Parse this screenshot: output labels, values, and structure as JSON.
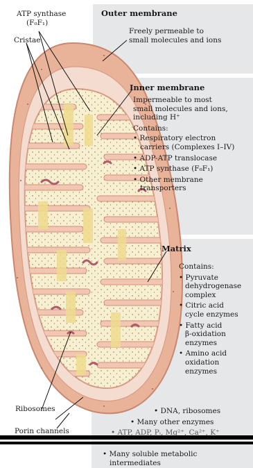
{
  "labels": {
    "atp_synthase_top": [
      "ATP synthase",
      "(F₀F₁)"
    ],
    "cristae": "Cristae",
    "ribosomes": "Ribosomes",
    "porin_channels": "Porin channels"
  },
  "outer_membrane": {
    "title": "Outer membrane",
    "lines": [
      "Freely permeable to",
      "small molecules and ions"
    ]
  },
  "inner_membrane": {
    "title": "Inner membrane",
    "lines": [
      "Impermeable to most",
      "small molecules and ions,",
      "including H⁺"
    ],
    "contains_label": "Contains:",
    "items": [
      "• Respiratory electron",
      "carriers (Complexes I–IV)",
      "• ADP-ATP translocase",
      "• ATP synthase (F₀F₁)",
      "• Other membrane",
      "transporters"
    ]
  },
  "matrix": {
    "title": "Matrix",
    "contains_label": "Contains:",
    "items": [
      "• Pyruvate",
      "dehydrogenase",
      "complex",
      "• Citric acid",
      "cycle enzymes",
      "• Fatty acid",
      "β-oxidation",
      "enzymes",
      "• Amino acid",
      "oxidation",
      "enzymes"
    ],
    "tail_items": [
      "• DNA, ribosomes",
      "• Many other enzymes",
      "• ATP, ADP, Pᵢ, Mg²⁺, Ca²⁺, K⁺",
      "• Many soluble metabolic",
      "intermediates"
    ]
  },
  "colors": {
    "panel": "#e6e7e9",
    "outer_membrane": "#e9b39a",
    "intermembrane": "#f4ddd0",
    "matrix": "#f7efcf",
    "atp_synthase": "#eedc8c",
    "ribosome": "#b05a6a"
  }
}
